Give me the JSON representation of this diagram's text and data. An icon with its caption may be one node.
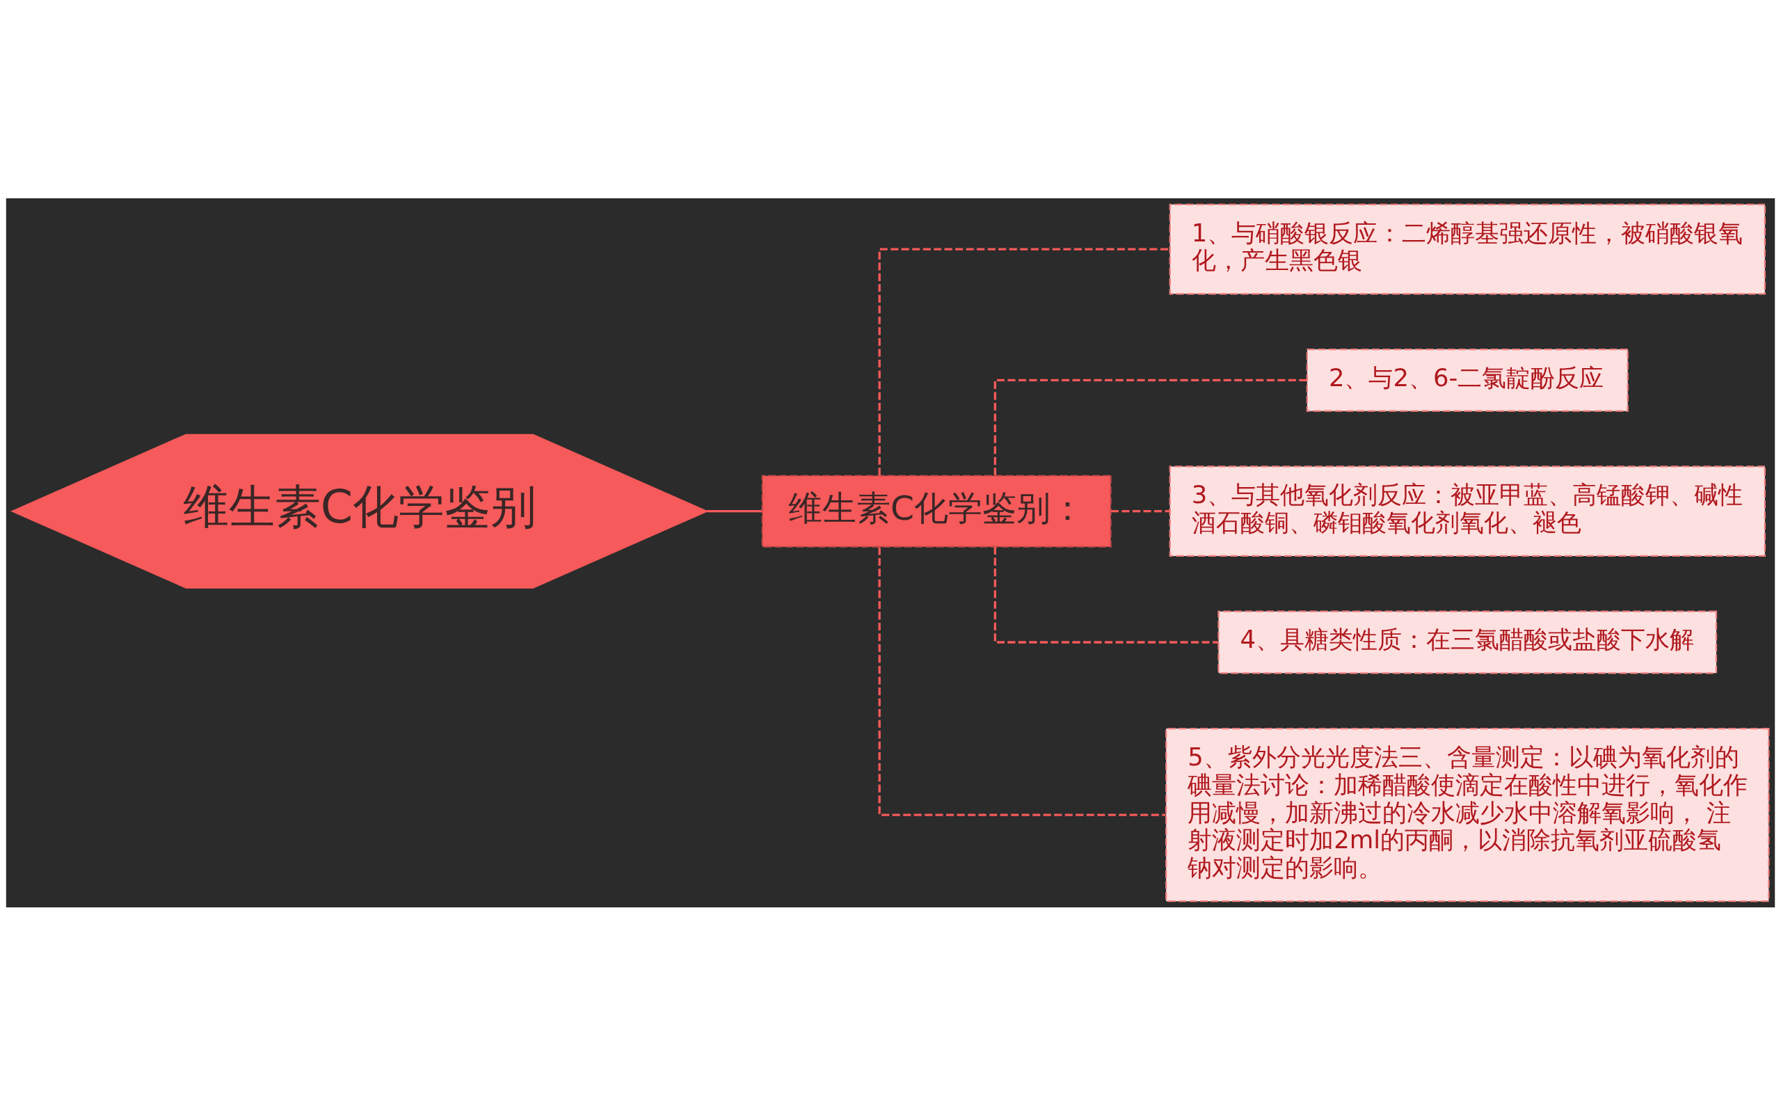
{
  "diagram": {
    "nodes": [
      {
        "text": [
          "维生素C化学鉴别"
        ]
      },
      {
        "text": [
          "维生素C化学鉴别："
        ]
      },
      {
        "text": [
          "1、与硝酸银反应：二烯醇基强还原性，被硝酸银氧化，产生黑色银"
        ]
      },
      {
        "text": [
          "2、与2、6-二氯靛酚反应"
        ]
      },
      {
        "text": [
          "3、与其他氧化剂反应：被亚甲蓝、高锰酸钾、碱性酒石酸铜、磷钼酸氧化剂氧化、褪色"
        ]
      },
      {
        "text": [
          "4、具糖类性质：在三氯醋酸或盐酸下水解"
        ]
      },
      {
        "text": [
          "5、紫外分光光度法三、含量测定：以碘为氧化剂的碘量法讨论：加稀醋酸使滴定在酸性中进行，氧化作用减慢，加新沸过的冷水减少水中溶解氧影响， 注射液测定时加2ml的丙酮，以消除抗氧剂亚硫酸氢钠对测定的影响。"
        ]
      }
    ],
    "edges": [
      {
        "from": 0,
        "to": 1,
        "arrow": "none"
      },
      {
        "from": 1,
        "to": 2,
        "arrow": "none",
        "style": "dashed"
      },
      {
        "from": 1,
        "to": 3,
        "arrow": "none",
        "style": "dashed"
      },
      {
        "from": 1,
        "to": 4,
        "arrow": "none",
        "style": "dashed"
      },
      {
        "from": 1,
        "to": 5,
        "arrow": "none",
        "style": "dashed"
      },
      {
        "from": 1,
        "to": 6,
        "arrow": "none",
        "style": "dashed"
      }
    ]
  }
}
